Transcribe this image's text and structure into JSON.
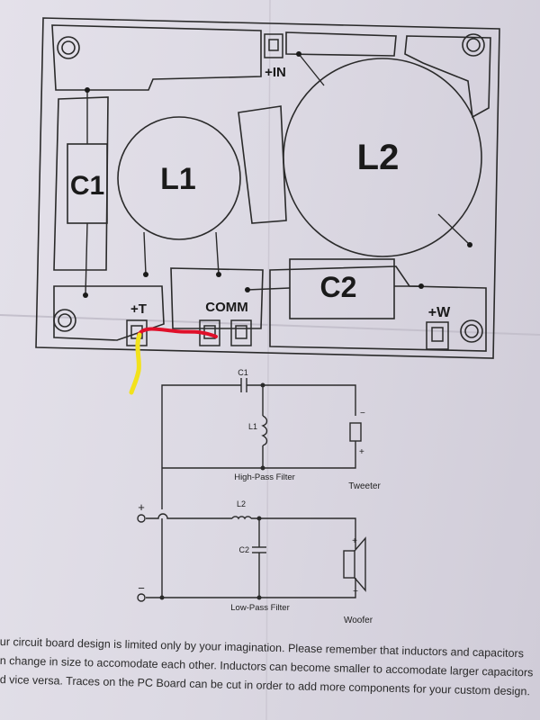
{
  "board": {
    "c1": "C1",
    "l1": "L1",
    "l2": "L2",
    "c2": "C2",
    "in": "+IN",
    "t": "+T",
    "comm": "COMM",
    "w": "+W"
  },
  "schematic": {
    "c1": "C1",
    "l1": "L1",
    "l2": "L2",
    "c2": "C2",
    "hpf": "High-Pass Filter",
    "lpf": "Low-Pass Filter",
    "tweeter": "Tweeter",
    "woofer": "Woofer",
    "plus": "+",
    "minus": "−"
  },
  "footer": {
    "line1": "ur circuit board design is limited only by your imagination. Please remember that inductors and capacitors",
    "line2": "n change in size to accomodate each other. Inductors can become smaller to accomodate larger capacitors",
    "line3": "d vice versa. Traces on the PC Board can be cut in order to add more components for your custom design."
  },
  "colors": {
    "paper": "#dcd9e3",
    "red_wire": "#e0102a",
    "yellow_wire": "#f2e21c"
  }
}
